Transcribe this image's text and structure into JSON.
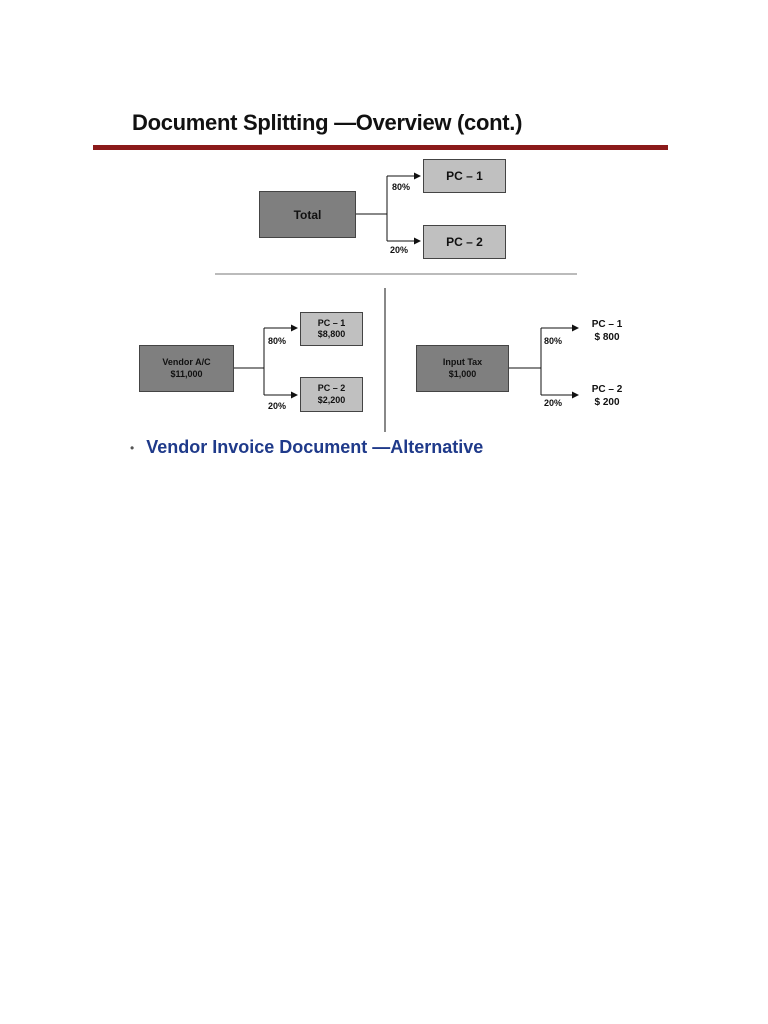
{
  "title": "Document Splitting —Overview (cont.)",
  "colors": {
    "title_rule": "#8b1a1a",
    "box_dark": "#7f7f7f",
    "box_light": "#c0c0c0",
    "bullet_text": "#1f3a8a"
  },
  "top_diagram": {
    "source": "Total",
    "targets": [
      {
        "label": "PC – 1",
        "percent": "80%"
      },
      {
        "label": "PC – 2",
        "percent": "20%"
      }
    ]
  },
  "left_diagram": {
    "source_name": "Vendor A/C",
    "source_amount": "$11,000",
    "targets": [
      {
        "label": "PC – 1",
        "amount": "$8,800",
        "percent": "80%"
      },
      {
        "label": "PC – 2",
        "amount": "$2,200",
        "percent": "20%"
      }
    ]
  },
  "right_diagram": {
    "source_name": "Input Tax",
    "source_amount": "$1,000",
    "targets": [
      {
        "label": "PC – 1",
        "amount": "$ 800",
        "percent": "80%"
      },
      {
        "label": "PC – 2",
        "amount": "$ 200",
        "percent": "20%"
      }
    ]
  },
  "bullet": {
    "marker": "•",
    "text": "Vendor Invoice Document —Alternative"
  }
}
